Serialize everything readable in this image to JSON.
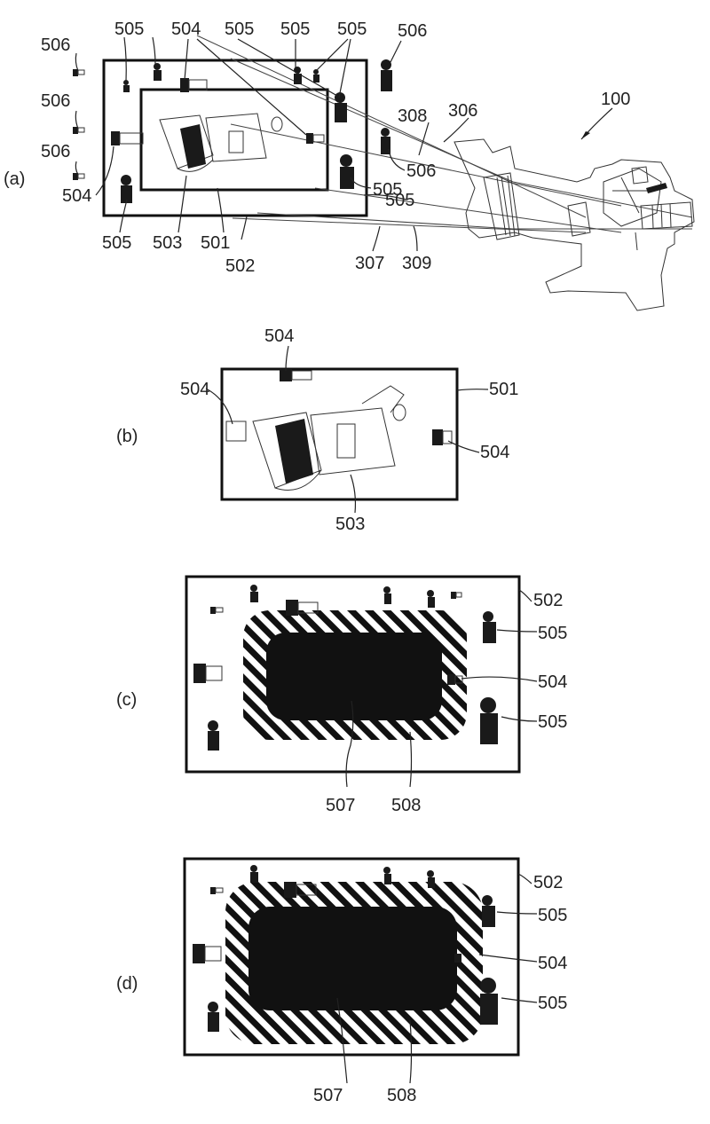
{
  "panels": {
    "a": "(a)",
    "b": "(b)",
    "c": "(c)",
    "d": "(d)"
  },
  "labels": {
    "camera": "100",
    "ray_306": "306",
    "ray_307": "307",
    "ray_308": "308",
    "ray_309": "309",
    "region_501": "501",
    "region_502": "502",
    "main_subject_503": "503",
    "small_camera_504": "504",
    "figure_505": "505",
    "tiny_subject_506": "506",
    "center_area_507": "507",
    "hatched_area_508": "508"
  }
}
